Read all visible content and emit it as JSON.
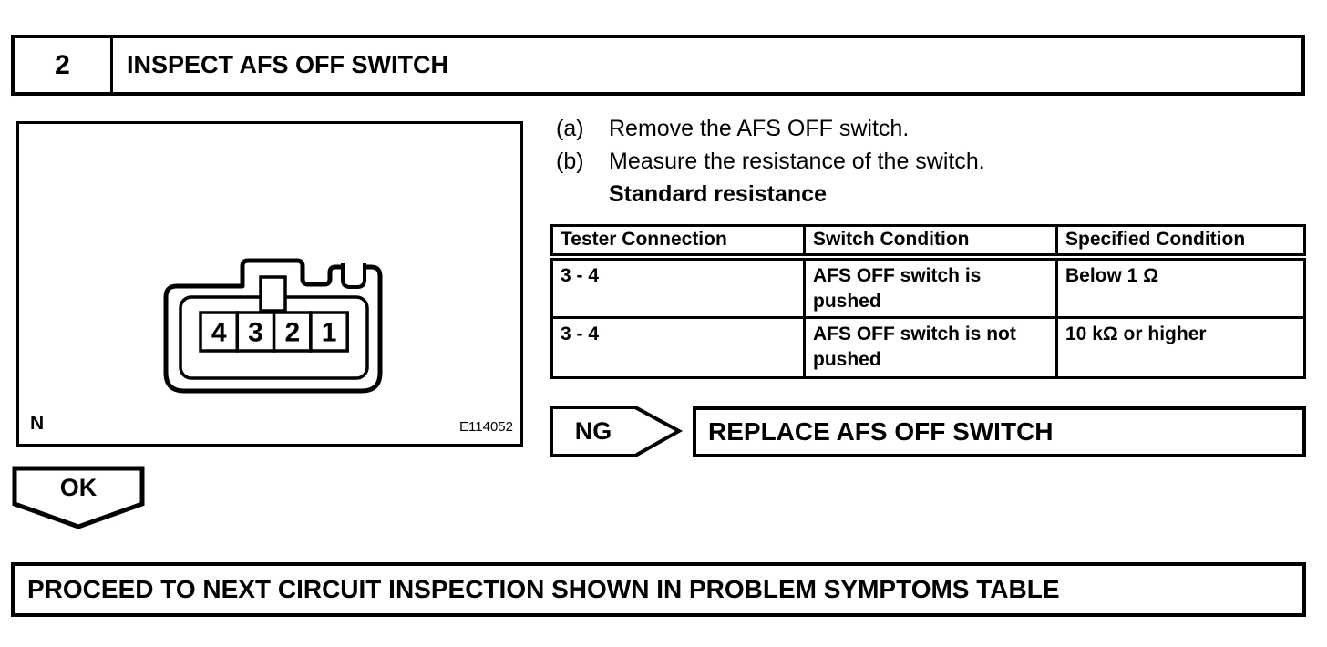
{
  "page": {
    "step_number": "2",
    "step_title": "INSPECT AFS OFF SWITCH"
  },
  "figure": {
    "pins": [
      "4",
      "3",
      "2",
      "1"
    ],
    "corner_label": "N",
    "figure_code": "E114052"
  },
  "instructions": [
    {
      "marker": "(a)",
      "text": "Remove the AFS OFF switch."
    },
    {
      "marker": "(b)",
      "text": "Measure the resistance of the switch."
    }
  ],
  "standard_resistance_label": "Standard resistance",
  "table": {
    "headers": [
      "Tester Connection",
      "Switch Condition",
      "Specified Condition"
    ],
    "rows": [
      [
        "3 - 4",
        "AFS OFF switch is\npushed",
        "Below 1 Ω"
      ],
      [
        "3 - 4",
        "AFS OFF switch is not\npushed",
        "10 kΩ or higher"
      ]
    ]
  },
  "flow": {
    "ng_label": "NG",
    "ng_action": "REPLACE AFS OFF SWITCH",
    "ok_label": "OK",
    "ok_action": "PROCEED TO NEXT CIRCUIT INSPECTION SHOWN IN PROBLEM SYMPTOMS TABLE"
  },
  "colors": {
    "ink": "#000000",
    "paper": "#ffffff"
  }
}
